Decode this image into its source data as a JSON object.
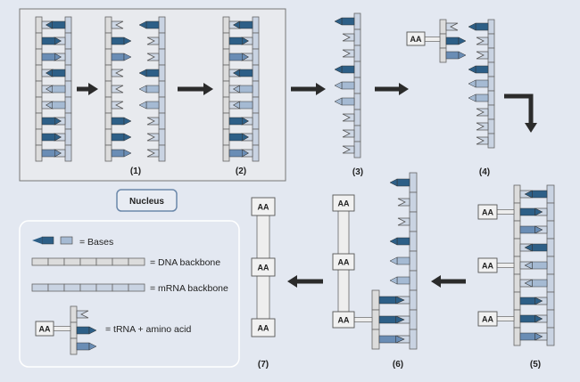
{
  "nucleus_label": "Nucleus",
  "aa_label": "AA",
  "stage_labels": [
    "(1)",
    "(2)",
    "(3)",
    "(4)",
    "(5)",
    "(6)",
    "(7)"
  ],
  "legend": {
    "bases": "= Bases",
    "dna_backbone": "= DNA backbone",
    "mrna_backbone": "= mRNA backbone",
    "trna": "= tRNA + amino acid"
  },
  "colors": {
    "background": "#e3e8f1",
    "base_dark": "#2d5f87",
    "base_mid": "#6a8db5",
    "base_light": "#a5bad3",
    "base_notch": "#cdd7e5",
    "dna_backbone": "#dcdcdc",
    "mrna_backbone": "#c9d3e2",
    "arrow": "#2b2b2b"
  },
  "sequences": {
    "dna_left_strand": [
      "notch",
      "dark",
      "mid",
      "notch",
      "notch",
      "notch",
      "dark",
      "dark",
      "mid"
    ],
    "dna_right_strand": [
      "dark",
      "notch",
      "notch",
      "dark",
      "light",
      "light",
      "notch",
      "notch",
      "notch"
    ],
    "trna_bases": [
      "notch",
      "dark",
      "mid"
    ]
  }
}
